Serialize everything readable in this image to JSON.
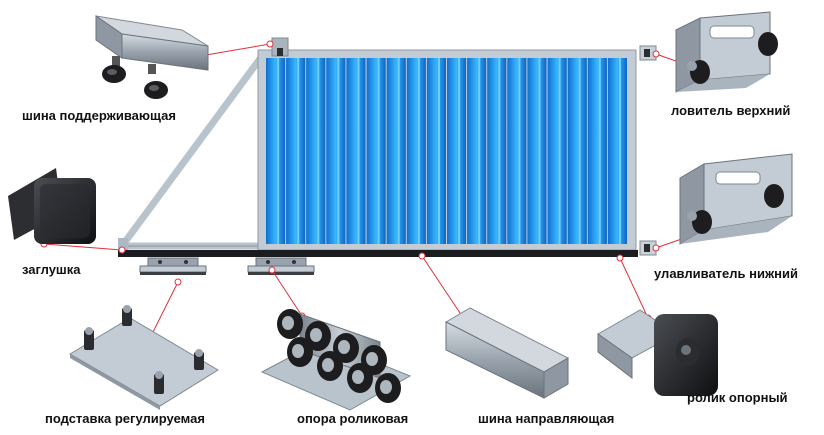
{
  "labels": {
    "support_rail": "шина поддерживающая",
    "end_cap": "заглушка",
    "adjustable_base": "подставка регулируемая",
    "roller_carriage": "опора роликовая",
    "guide_rail": "шина направляющая",
    "top_catcher": "ловитель верхний",
    "bottom_catcher": "улавливатель нижний",
    "support_roller": "ролик опорный"
  },
  "colors": {
    "panel_blue": "#1e90e8",
    "panel_light": "#6fd0ff",
    "frame": "#b9c3cc",
    "metal": "#9aa3ad",
    "metal_dark": "#6b737c",
    "rubber": "#1d1d1f",
    "leader": "#e0303a"
  }
}
